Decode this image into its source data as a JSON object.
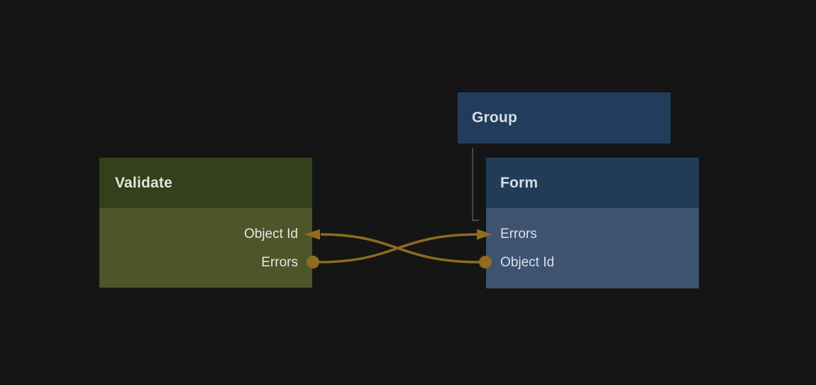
{
  "canvas": {
    "kind": "node-graph-editor",
    "background_color": "#151515"
  },
  "nodes": {
    "group": {
      "title": "Group",
      "header_color": "#223d5b",
      "title_color": "#d8dde3"
    },
    "validate": {
      "title": "Validate",
      "header_color": "#343f1b",
      "body_color": "#4c562a",
      "title_color": "#e2e5d9",
      "ports": [
        {
          "label": "Object Id",
          "direction": "input",
          "marker": "arrow-left"
        },
        {
          "label": "Errors",
          "direction": "output",
          "marker": "circle"
        }
      ]
    },
    "form": {
      "title": "Form",
      "header_color": "#213c59",
      "body_color": "#3e5371",
      "title_color": "#d8dde3",
      "ports": [
        {
          "label": "Errors",
          "direction": "input",
          "marker": "arrow-right"
        },
        {
          "label": "Object Id",
          "direction": "output",
          "marker": "circle"
        }
      ]
    }
  },
  "edges": [
    {
      "from": "Validate.Errors",
      "to": "Form.Errors",
      "style": "curved",
      "color": "#8e6c20"
    },
    {
      "from": "Form.Object Id",
      "to": "Validate.Object Id",
      "style": "curved",
      "color": "#8e6c20"
    },
    {
      "from": "Group",
      "to": "Form",
      "style": "elbow",
      "color": "#565656"
    }
  ],
  "colors": {
    "connection": "#8e6c20",
    "group_link": "#565656"
  }
}
